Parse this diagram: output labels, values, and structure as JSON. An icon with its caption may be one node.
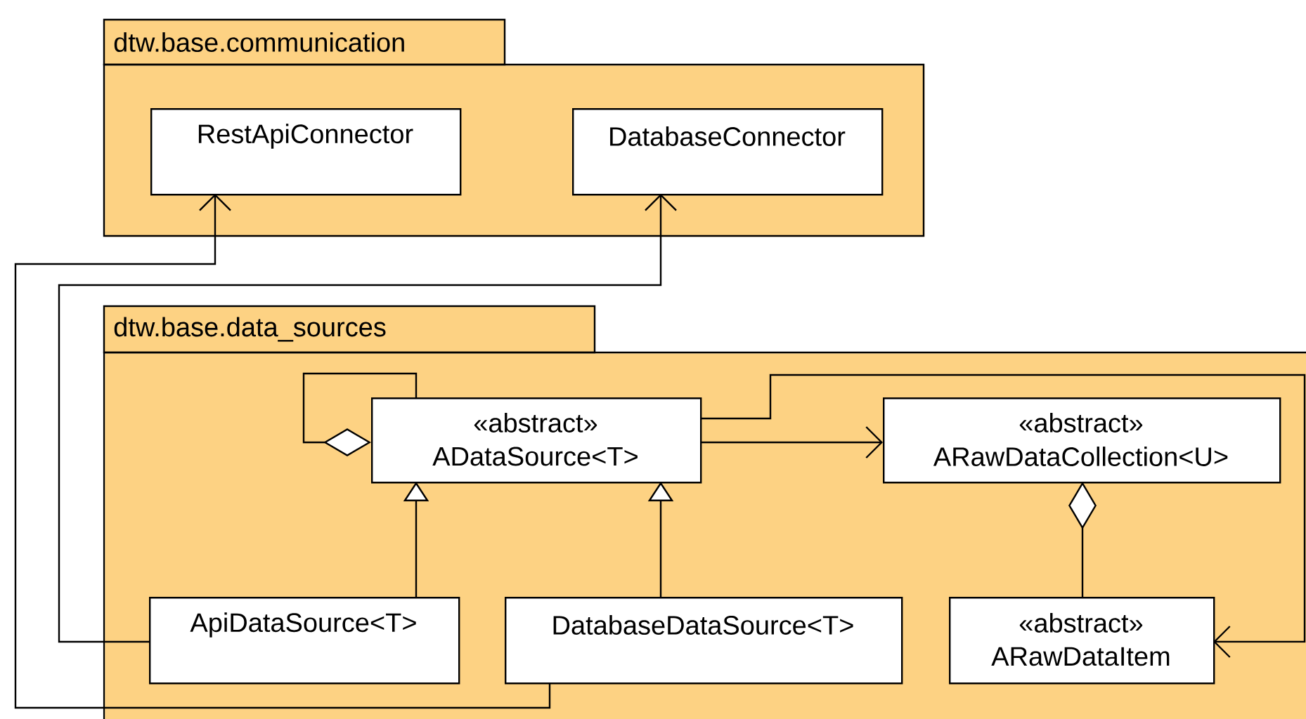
{
  "diagram": {
    "nodes": [
      {
        "text": [
          "dtw.base.communication"
        ]
      },
      {
        "text": [
          "RestApiConnector"
        ],
        "in": 0
      },
      {
        "text": [
          "DatabaseConnector"
        ],
        "in": 0
      },
      {
        "text": [
          "dtw.base.data_sources"
        ]
      },
      {
        "text": [
          "«abstract»",
          "ADataSource<T>"
        ],
        "in": 3
      },
      {
        "text": [
          "«abstract»",
          "ARawDataCollection<U>"
        ],
        "in": 3
      },
      {
        "text": [
          "ApiDataSource<T>"
        ],
        "in": 3
      },
      {
        "text": [
          "DatabaseDataSource<T>"
        ],
        "in": 3
      },
      {
        "text": [
          "«abstract»",
          "ARawDataItem"
        ],
        "in": 3
      }
    ],
    "edges": [
      {
        "from": 6,
        "to": 2,
        "arrow": "to"
      },
      {
        "from": 7,
        "to": 1,
        "arrow": "to"
      },
      {
        "from": 4,
        "to": 4,
        "arrow": "other"
      },
      {
        "from": 4,
        "to": 5,
        "arrow": "to"
      },
      {
        "from": 4,
        "to": 8,
        "arrow": "to"
      },
      {
        "from": 6,
        "to": 4,
        "arrow": "to"
      },
      {
        "from": 7,
        "to": 4,
        "arrow": "to"
      },
      {
        "from": 5,
        "to": 8,
        "arrow": "other"
      }
    ]
  }
}
